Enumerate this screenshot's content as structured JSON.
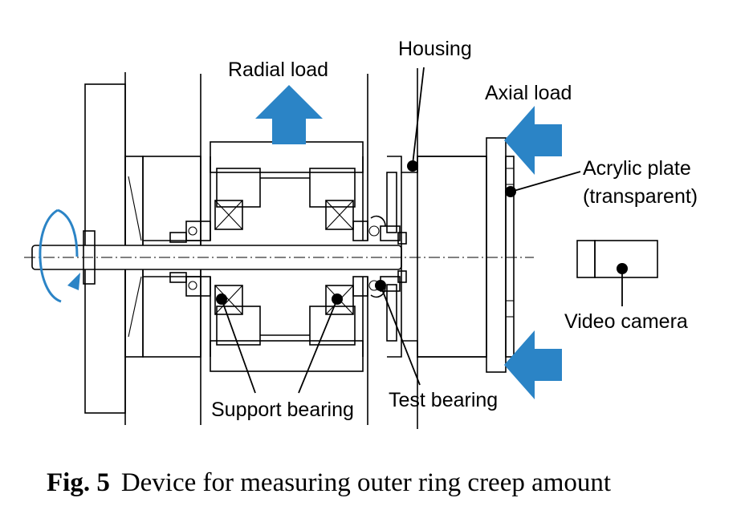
{
  "labels": {
    "radial_load": "Radial load",
    "housing": "Housing",
    "axial_load": "Axial load",
    "acrylic_plate_line1": "Acrylic plate",
    "acrylic_plate_line2": "(transparent)",
    "video_camera": "Video camera",
    "support_bearing": "Support bearing",
    "test_bearing": "Test bearing"
  },
  "caption": {
    "number": "Fig. 5",
    "text": "Device for measuring outer ring creep amount"
  },
  "colors": {
    "arrow": "#2b84c6",
    "line": "#000000"
  }
}
